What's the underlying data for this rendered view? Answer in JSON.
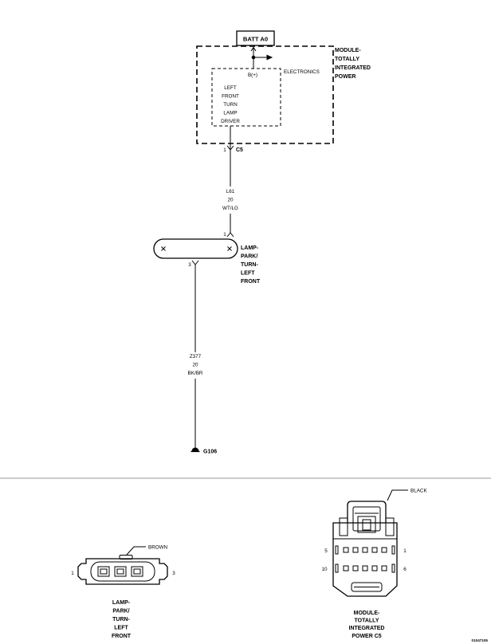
{
  "diagram": {
    "batt": "BATT A0",
    "module_label": [
      "MODULE-",
      "TOTALLY",
      "INTEGRATED",
      "POWER"
    ],
    "b_plus": "B(+)",
    "electronics": "ELECTRONICS",
    "driver_label": [
      "LEFT",
      "FRONT",
      "TURN",
      "LAMP",
      "DRIVER"
    ],
    "c5_pin": "1",
    "c5_connector": "C5",
    "wire1": [
      "L61",
      "20",
      "WT/LG"
    ],
    "lamp_pin_1": "1",
    "lamp_label": [
      "LAMP-",
      "PARK/",
      "TURN-",
      "LEFT",
      "FRONT"
    ],
    "lamp_pin_3": "3",
    "wire2": [
      "Z377",
      "20",
      "BK/BR"
    ],
    "ground": "G106"
  },
  "connectors": {
    "lamp": {
      "color": "BROWN",
      "pin_left": "1",
      "pin_right": "3",
      "label": [
        "LAMP-",
        "PARK/",
        "TURN-",
        "LEFT",
        "FRONT"
      ]
    },
    "module": {
      "color": "BLACK",
      "pin_top_left": "5",
      "pin_top_right": "1",
      "pin_bottom_left": "10",
      "pin_bottom_right": "6",
      "label": [
        "MODULE-",
        "TOTALLY",
        "INTEGRATED",
        "POWER C5"
      ]
    }
  },
  "figure_id": "01047105"
}
